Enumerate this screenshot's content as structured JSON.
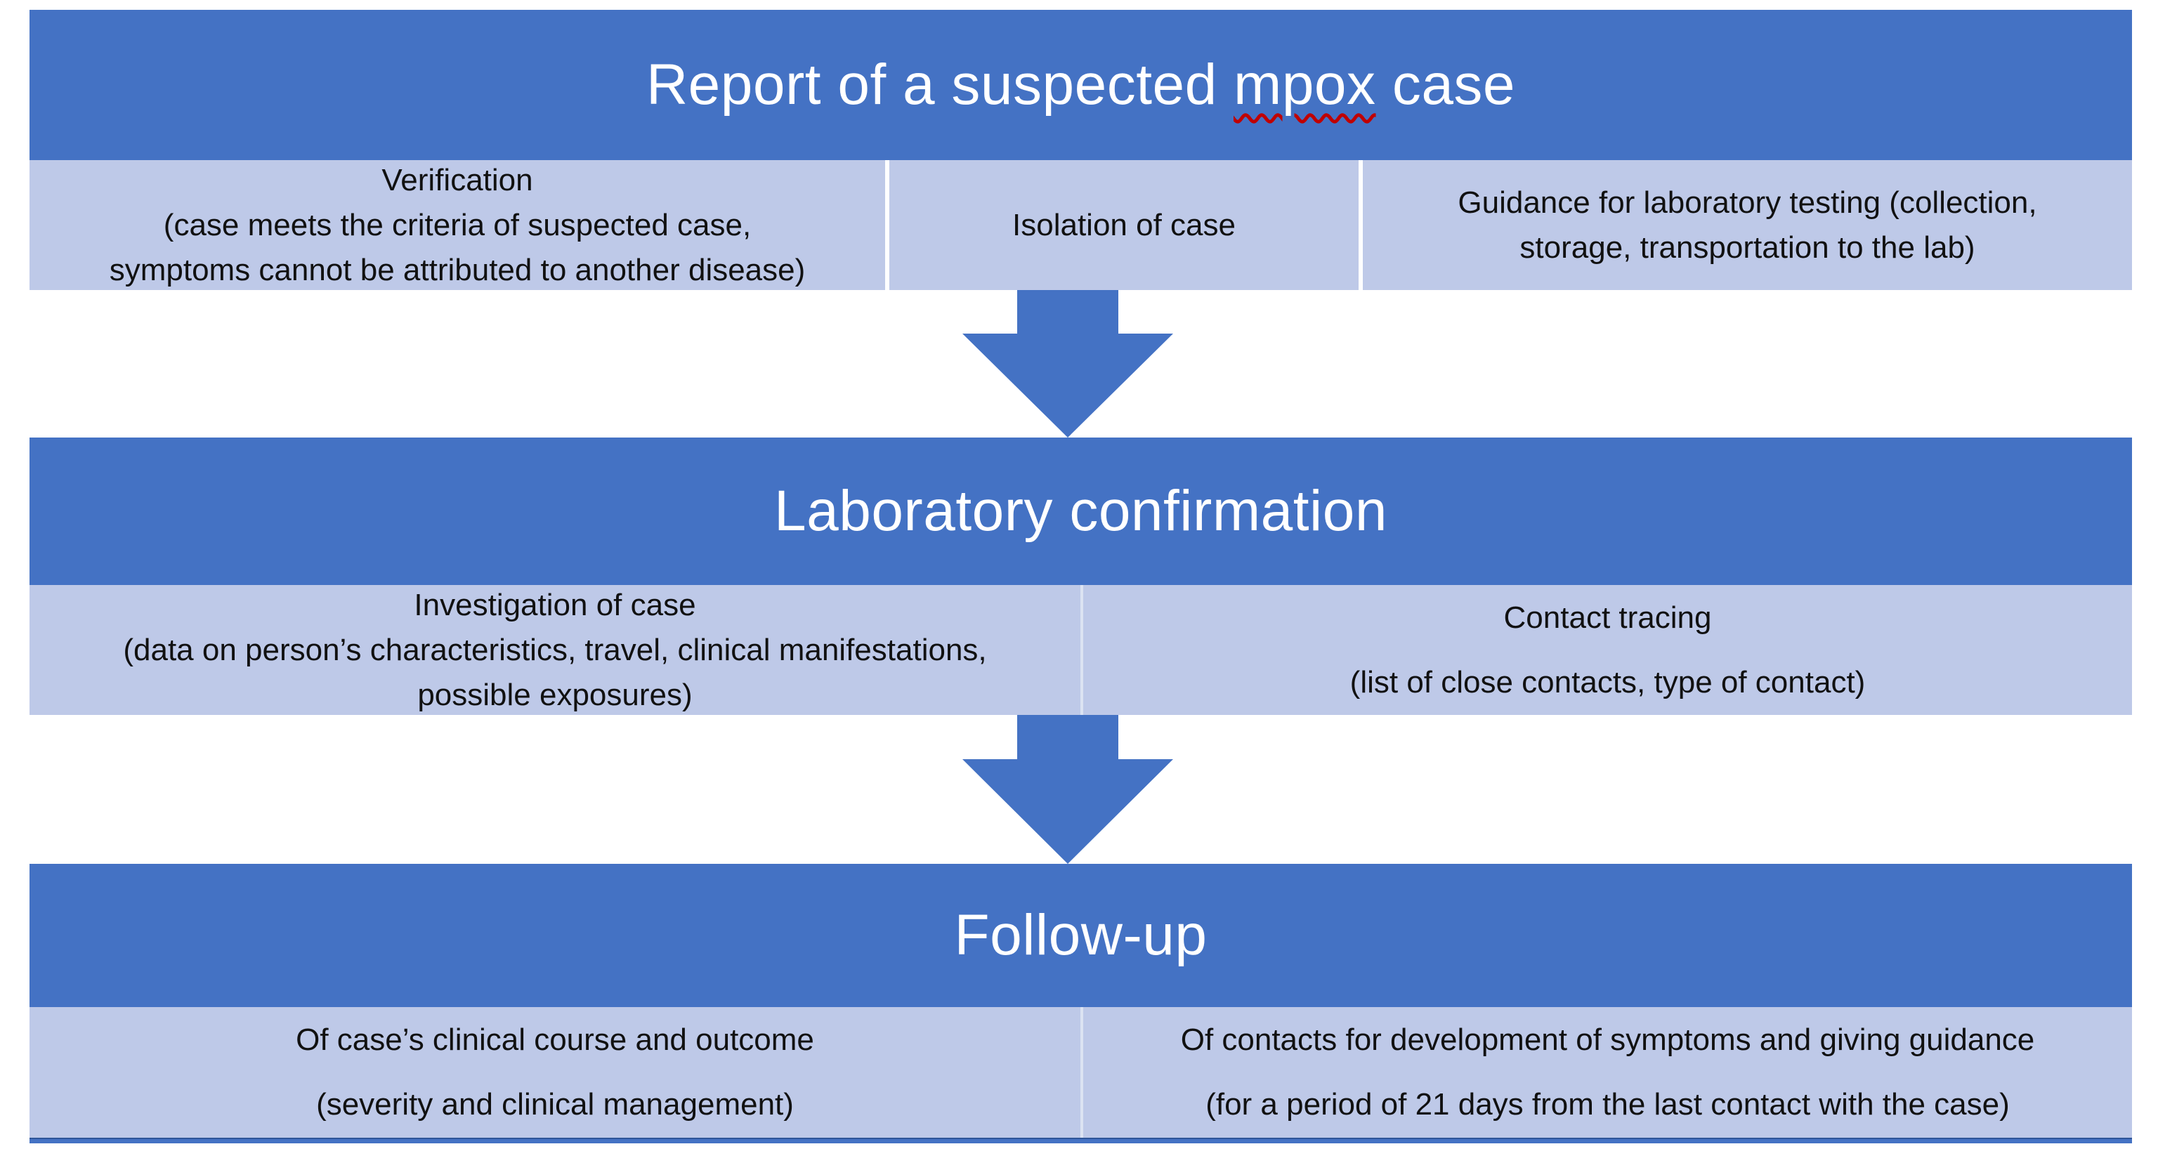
{
  "colors": {
    "header_blue": "#4472C4",
    "box_blue": "#BEC9E8",
    "arrow_blue": "#4472C4",
    "bottom_line_blue": "#2F5597",
    "spellcheck_red": "#C00000",
    "header_text": "#FFFFFF",
    "body_text": "#111111",
    "background": "#FFFFFF"
  },
  "flowchart": {
    "step1": {
      "title": {
        "prefix": "Report of a suspected ",
        "highlight": "mpox",
        "suffix": " case"
      },
      "boxes": {
        "verification": "Verification\n(case meets the criteria of suspected case,\nsymptoms cannot be attributed to another disease)",
        "isolation": "Isolation of case",
        "guidance": "Guidance for laboratory testing (collection,\nstorage, transportation to the lab)"
      }
    },
    "step2": {
      "title": "Laboratory confirmation",
      "boxes": {
        "investigation": "Investigation of case\n(data on person’s characteristics, travel, clinical manifestations,\npossible exposures)",
        "contact_tracing": "Contact tracing\n(list of close contacts, type of contact)"
      }
    },
    "step3": {
      "title": "Follow-up",
      "boxes": {
        "case_followup": "Of case’s clinical course and outcome\n(severity and clinical management)",
        "contacts_followup": "Of contacts for development of symptoms and giving guidance\n(for a period of 21 days from the last contact with the case)"
      }
    }
  }
}
